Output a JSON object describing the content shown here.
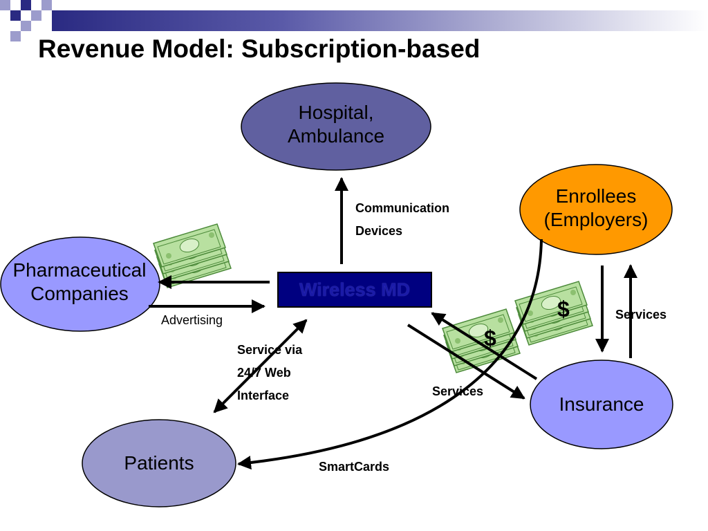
{
  "slide": {
    "title": "Revenue Model: Subscription-based"
  },
  "nodes": {
    "hospital": {
      "line1": "Hospital,",
      "line2": "Ambulance",
      "fill": "#6060a0"
    },
    "enrollees": {
      "line1": "Enrollees",
      "line2": "(Employers)",
      "fill": "#ff9900"
    },
    "pharma": {
      "line1": "Pharmaceutical",
      "line2": "Companies",
      "fill": "#9999ff"
    },
    "hub": {
      "label": "Wireless MD",
      "fill": "#000080"
    },
    "insurance": {
      "label": "Insurance",
      "fill": "#9999ff"
    },
    "patients": {
      "label": "Patients",
      "fill": "#9999cc"
    }
  },
  "edges": {
    "communication_line1": "Communication",
    "communication_line2": "Devices",
    "advertising": "Advertising",
    "service_line1": "Service via",
    "service_line2": "24/7 Web",
    "service_line3": "Interface",
    "services_left": "Services",
    "services_right": "Services",
    "smartcards": "SmartCards"
  },
  "money": {
    "symbol": "$",
    "bill_color": "#b8e0a0",
    "bill_dark": "#4c8a3a"
  },
  "colors": {
    "title_bar_dark": "#2a2a82",
    "deco_blue": "#2a2a82",
    "deco_light": "#9c9ccc"
  }
}
